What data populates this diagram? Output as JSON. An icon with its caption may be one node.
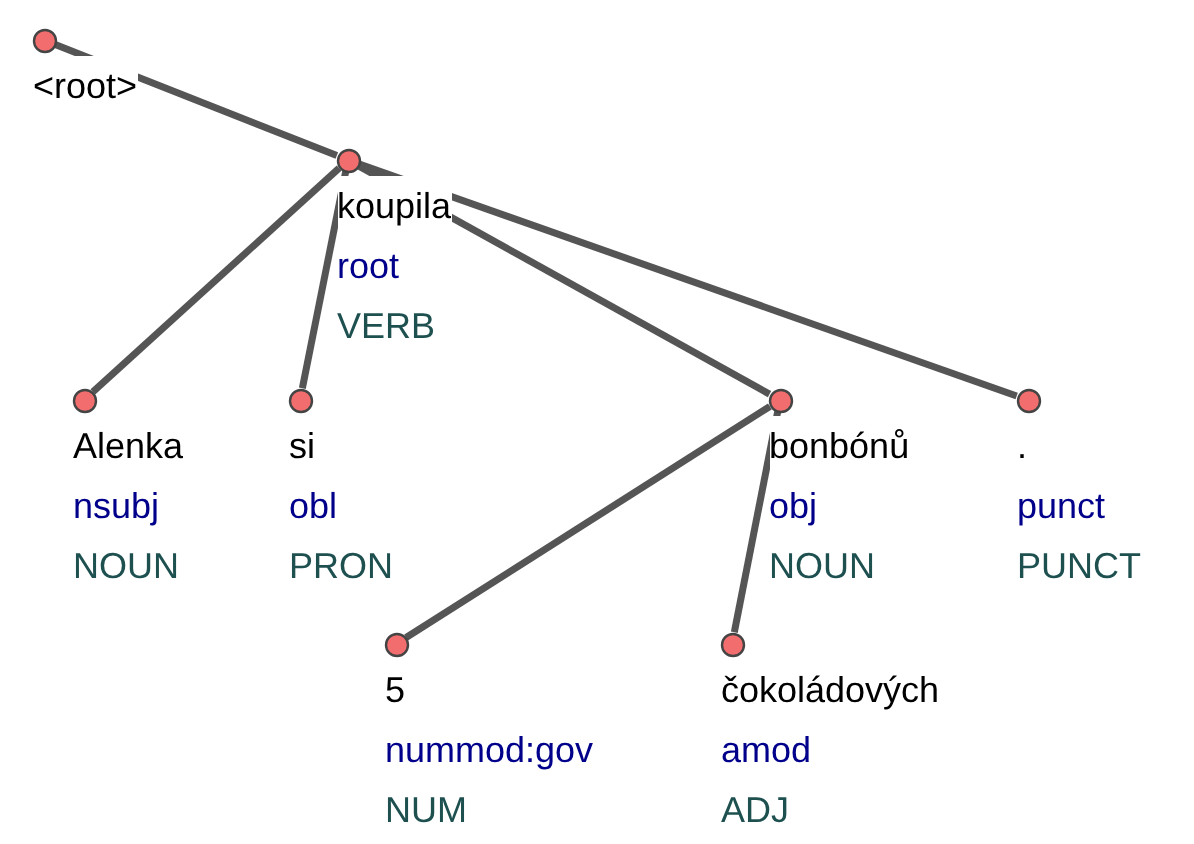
{
  "diagram": {
    "nodes": [
      {
        "text": [
          "<root>"
        ]
      },
      {
        "text": [
          "koupila",
          "root",
          "VERB"
        ]
      },
      {
        "text": [
          "Alenka",
          "nsubj",
          "NOUN"
        ]
      },
      {
        "text": [
          "si",
          "obl",
          "PRON"
        ]
      },
      {
        "text": [
          "bonbónů",
          "obj",
          "NOUN"
        ]
      },
      {
        "text": [
          ".",
          "punct",
          "PUNCT"
        ]
      },
      {
        "text": [
          "5",
          "nummod:gov",
          "NUM"
        ]
      },
      {
        "text": [
          "čokoládových",
          "amod",
          "ADJ"
        ]
      }
    ],
    "edges": [
      {
        "from": 0,
        "to": 1,
        "arrow": "none"
      },
      {
        "from": 1,
        "to": 2,
        "arrow": "none"
      },
      {
        "from": 1,
        "to": 3,
        "arrow": "none"
      },
      {
        "from": 1,
        "to": 4,
        "arrow": "none"
      },
      {
        "from": 1,
        "to": 5,
        "arrow": "none"
      },
      {
        "from": 4,
        "to": 6,
        "arrow": "none"
      },
      {
        "from": 4,
        "to": 7,
        "arrow": "none"
      }
    ]
  }
}
